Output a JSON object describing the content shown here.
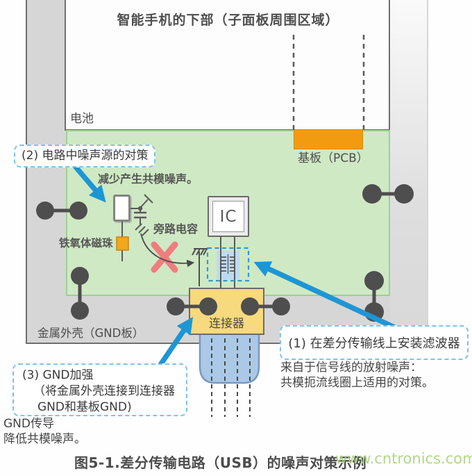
{
  "diagram": {
    "title": "智能手机的下部（子面板周围区域）",
    "labels": {
      "battery": "电池",
      "pcb": "基板（PCB）",
      "ferrite_bead": "铁氧体磁珠",
      "bypass_capacitor": "旁路电容",
      "ic": "IC",
      "connector": "连接器",
      "metal_shell": "金属外壳（GND板）"
    },
    "callouts": {
      "c1_title": "(1) 在差分传输线上安装滤波器",
      "c2_title": "(2) 电路中噪声源的对策",
      "c3_title_line1": "(3) GND加强",
      "c3_title_line2": "（将金属外壳连接到连接器",
      "c3_title_line3": "GND和基板GND)"
    },
    "notes": {
      "reduce_common_mode": "减少产生共模噪声。",
      "c1_line1": "来自于信号线的放射噪声：",
      "c1_line2": "共模扼流线圈上适用的对策。",
      "c3_line1": "GND传导",
      "c3_line2": "降低共模噪声。"
    },
    "caption": "图5-1.差分传输电路（USB）的噪声对策示例",
    "watermark": "www.cntronics.com",
    "colors": {
      "pcb_green": "#cfe9c4",
      "pad_orange": "#f29b11",
      "connector_yellow": "#f7d97e",
      "plug_blue": "#abc9e6",
      "shell_gray": "#d6d6d6",
      "arrow_blue": "#1e96d4",
      "callout_border": "#7fc3e8",
      "x_red": "#ee7e7e",
      "watermark_green": "#a4d076"
    }
  }
}
